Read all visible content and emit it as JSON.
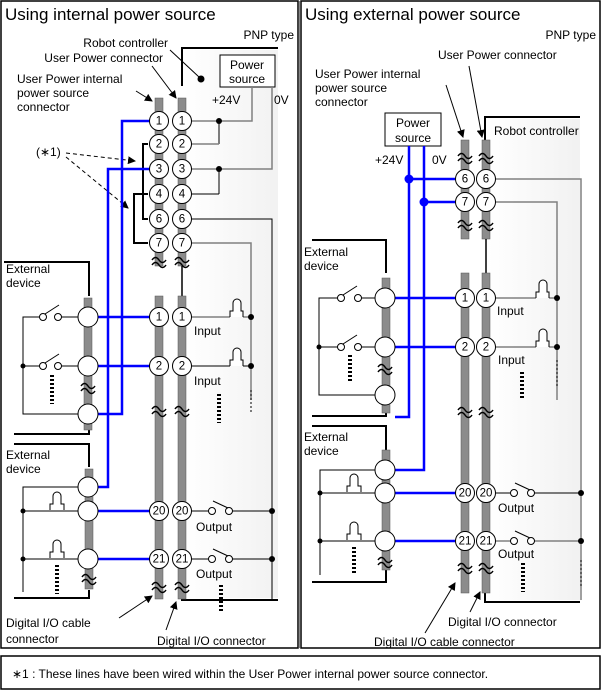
{
  "panels": {
    "internal": {
      "title": "Using internal power source",
      "type_label": "PNP type",
      "robot_controller": "Robot controller",
      "user_power_connector": "User Power connector",
      "user_power_internal_line1": "User Power internal",
      "user_power_internal_line2": "power source",
      "user_power_internal_line3": "connector",
      "power_source_line1": "Power",
      "power_source_line2": "source",
      "plus24v": "+24V",
      "zero_v": "0V",
      "note_ref": "(∗1)",
      "upper_pins": [
        "1",
        "2",
        "3",
        "4",
        "6",
        "7"
      ],
      "external_device_line1": "External",
      "external_device_line2": "device",
      "io_pins_input": [
        "1",
        "2"
      ],
      "io_pins_output": [
        "20",
        "21"
      ],
      "input_label": "Input",
      "output_label": "Output",
      "cable_connector_line1": "Digital I/O cable",
      "cable_connector_line2": "connector",
      "io_connector": "Digital I/O connector"
    },
    "external": {
      "title": "Using external power source",
      "type_label": "PNP type",
      "user_power_connector": "User Power connector",
      "user_power_internal_line1": "User Power internal",
      "user_power_internal_line2": "power source",
      "user_power_internal_line3": "connector",
      "robot_controller": "Robot controller",
      "power_source_line1": "Power",
      "power_source_line2": "source",
      "plus24v": "+24V",
      "zero_v": "0V",
      "upper_pins": [
        "6",
        "7"
      ],
      "external_device_line1": "External",
      "external_device_line2": "device",
      "io_pins_input": [
        "1",
        "2"
      ],
      "io_pins_output": [
        "20",
        "21"
      ],
      "input_label": "Input",
      "output_label": "Output",
      "io_connector": "Digital I/O connector",
      "cable_connector": "Digital I/O cable  connector"
    }
  },
  "footnote": "∗1 : These lines have been wired within the User Power internal power source connector.",
  "colors": {
    "wire_blue": "#0000ff",
    "connector_gray": "#8c8c8c",
    "wire_gray": "#808080"
  }
}
